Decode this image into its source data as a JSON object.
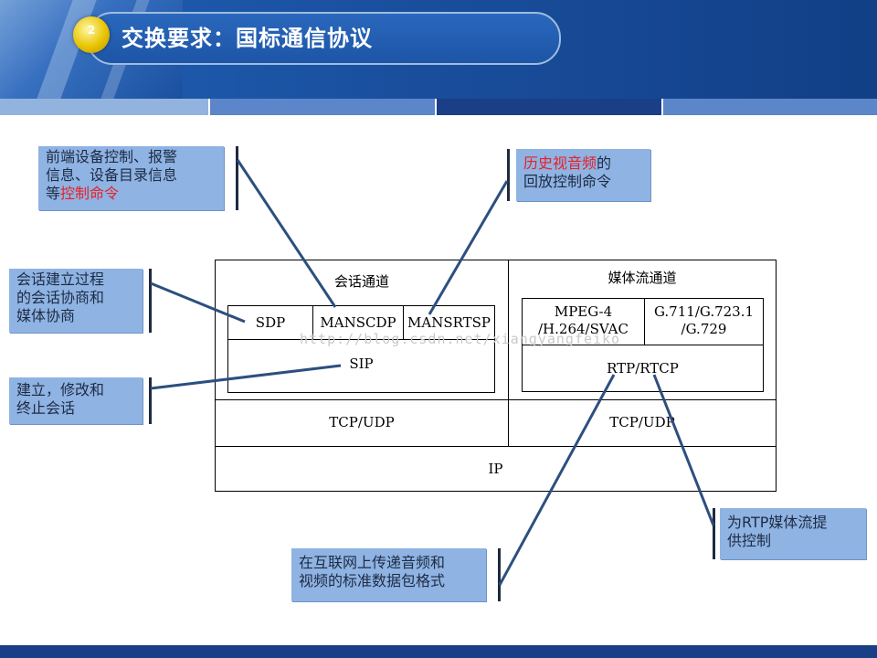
{
  "slide": {
    "badge_number": "2",
    "title": "交换要求：国标通信协议"
  },
  "callouts": {
    "control": {
      "line1": "前端设备控制、报警",
      "line2": "信息、设备目录信息",
      "line3_prefix": "等",
      "line3_red": "控制命令"
    },
    "history": {
      "line1_red": "历史视音频",
      "line1_suffix": "的",
      "line2": "回放控制命令"
    },
    "session": {
      "line1": "会话建立过程",
      "line2": "的会话协商和",
      "line3": "媒体协商"
    },
    "build": {
      "line1": "建立，修改和",
      "line2": "终止会话"
    },
    "rtp": {
      "line1": "为RTP媒体流提",
      "line2": "供控制"
    },
    "internet": {
      "line1": "在互联网上传递音频和",
      "line2": "视频的标准数据包格式"
    }
  },
  "diagram": {
    "session_channel": "会话通道",
    "media_channel": "媒体流通道",
    "sdp": "SDP",
    "manscdp": "MANSCDP",
    "mansrtsp": "MANSRTSP",
    "sip": "SIP",
    "mpeg_line1": "MPEG-4",
    "mpeg_line2": "/H.264/SVAC",
    "g711_line1": "G.711/G.723.1",
    "g711_line2": "/G.729",
    "rtp": "RTP/RTCP",
    "tcp_left": "TCP/UDP",
    "tcp_right": "TCP/UDP",
    "ip": "IP"
  },
  "watermark": "http://blog.csdn.net/xiangyangfeiko"
}
